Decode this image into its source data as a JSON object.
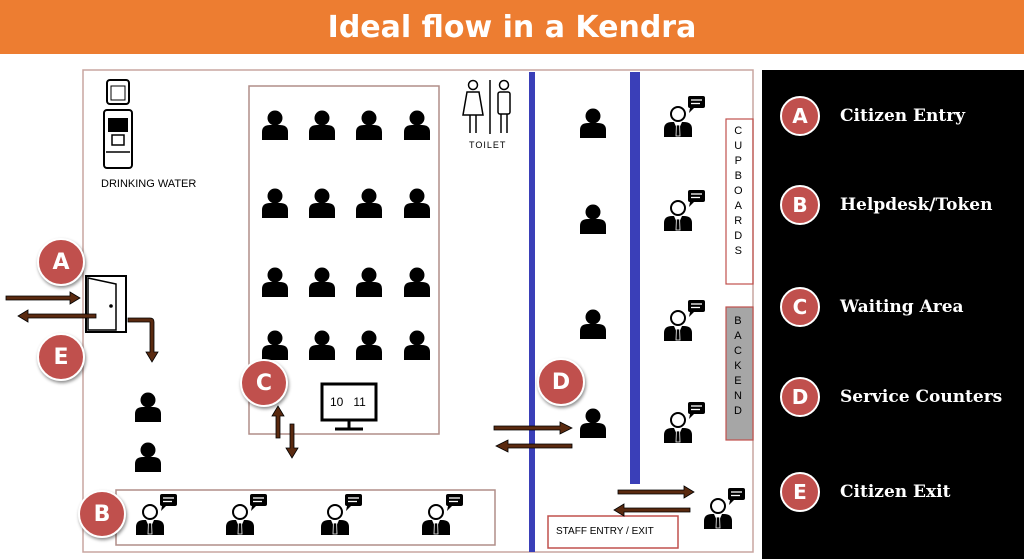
{
  "title": "Ideal flow in a Kendra",
  "colors": {
    "accent": "#ed7d31",
    "badge": "#c0504d",
    "divider": "#3a3fb8",
    "legend_bg": "#000000",
    "backend_bg": "#a6a6a6"
  },
  "labels": {
    "drinking_water": "DRINKING WATER",
    "toilet": "TOILET",
    "cupboards": "CUPBOARDS",
    "backend": "BACKEND",
    "staff_entry": "STAFF ENTRY / EXIT",
    "token_display": "10   11"
  },
  "badges": {
    "a": "A",
    "e": "E",
    "c": "C",
    "d": "D",
    "b": "B"
  },
  "legend": [
    {
      "letter": "A",
      "label": "Citizen Entry"
    },
    {
      "letter": "B",
      "label": "Helpdesk/Token"
    },
    {
      "letter": "C",
      "label": "Waiting Area"
    },
    {
      "letter": "D",
      "label": "Service Counters"
    },
    {
      "letter": "E",
      "label": "Citizen Exit"
    }
  ],
  "icons": [
    "water-dispenser-icon",
    "toilet-icon",
    "door-icon",
    "person-icon",
    "staff-with-speech-bubble-icon",
    "monitor-icon",
    "arrow-icon"
  ]
}
